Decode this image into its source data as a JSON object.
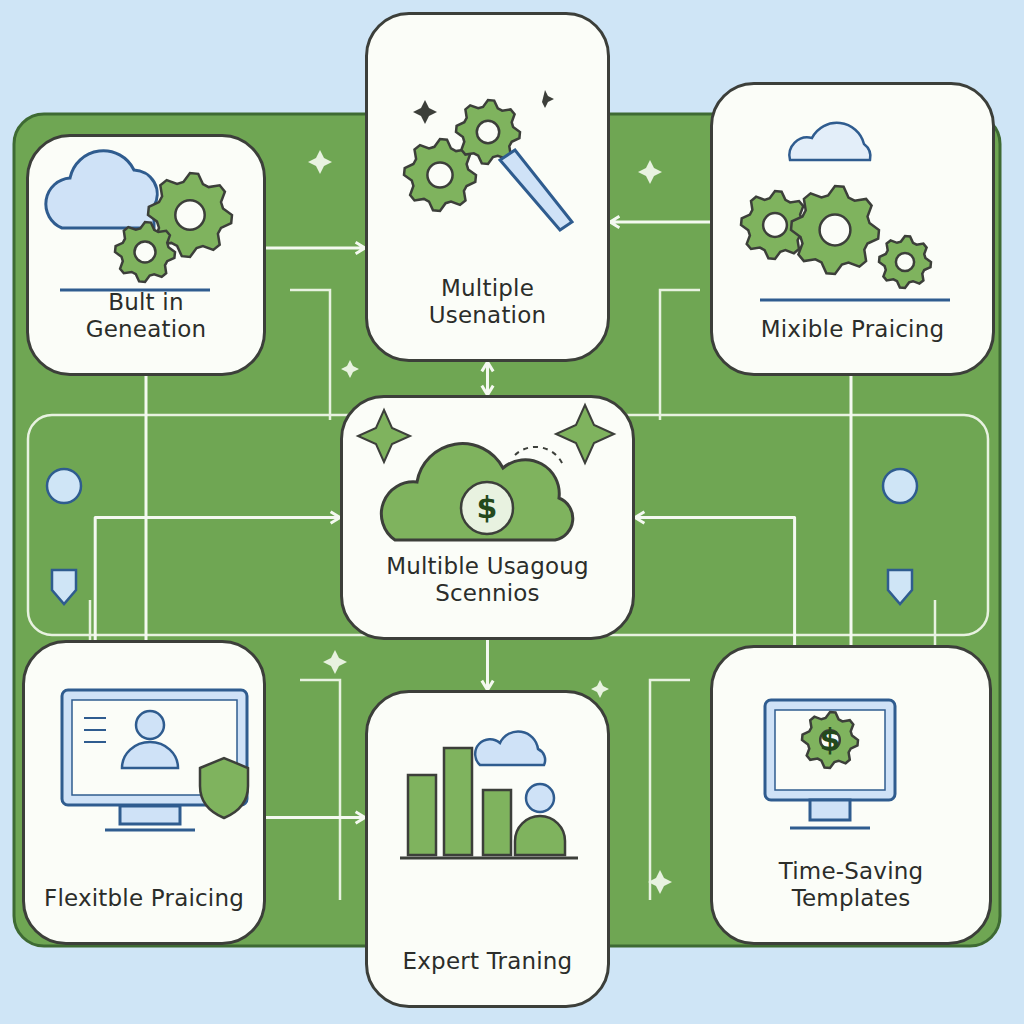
{
  "diagram": {
    "nodes": [
      {
        "text": [
          "Bult in Geneation"
        ]
      },
      {
        "text": [
          "Multiple Usenation"
        ]
      },
      {
        "text": [
          "Mixible Praicing"
        ]
      },
      {
        "text": [
          "Multible Usagoug Scennios"
        ]
      },
      {
        "text": [
          "Flexitble Praicing"
        ]
      },
      {
        "text": [
          "Expert Traning"
        ]
      },
      {
        "text": [
          "Time-Saving Templates"
        ]
      }
    ],
    "edges": [
      {
        "from": 0,
        "to": 1,
        "arrow": "to"
      },
      {
        "from": 2,
        "to": 1,
        "arrow": "to"
      },
      {
        "from": 1,
        "to": 3,
        "arrow": "both"
      },
      {
        "from": 3,
        "to": 5,
        "arrow": "to"
      },
      {
        "from": 4,
        "to": 3,
        "arrow": "to"
      },
      {
        "from": 6,
        "to": 3,
        "arrow": "to"
      },
      {
        "from": 4,
        "to": 5,
        "arrow": "to"
      },
      {
        "from": 0,
        "to": 4,
        "arrow": "none"
      },
      {
        "from": 2,
        "to": 6,
        "arrow": "none"
      }
    ],
    "labels": [
      "$",
      "$"
    ]
  }
}
